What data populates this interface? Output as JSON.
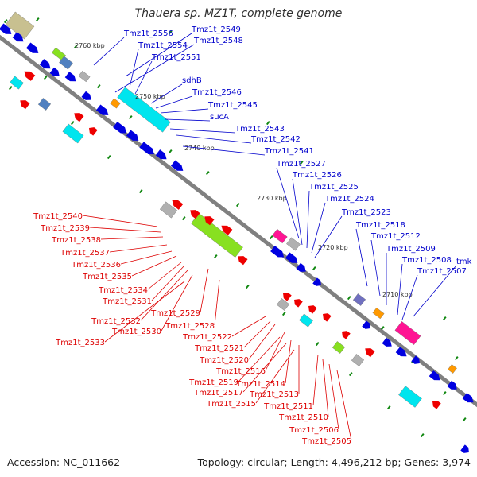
{
  "title": "Thauera sp. MZ1T, complete genome",
  "accession": "Accession: NC_011662",
  "summary": "Topology: circular; Length: 4,496,212 bp; Genes: 3,974",
  "colors": {
    "backbone": "#808080",
    "forward_gene": "#0000e0",
    "reverse_gene": "#ee0000",
    "forward_label": "#0000cc",
    "reverse_label": "#dd0000",
    "tick": "#118811",
    "rna_cyan": "#00e5ee",
    "rna_lime": "#88e020",
    "olive": "#c8c090",
    "orange": "#ff9900",
    "magenta": "#ff1493",
    "grey": "#b0b0b0",
    "purple": "#7070c0"
  },
  "position_markers": [
    "2760 kbp",
    "2750 kbp",
    "2740 kbp",
    "2730 kbp",
    "2720 kbp",
    "2710 kbp"
  ],
  "forward_labels": [
    "Tmz1t_2556",
    "Tmz1t_2549",
    "Tmz1t_2548",
    "Tmz1t_2554",
    "Tmz1t_2551",
    "sdhB",
    "Tmz1t_2546",
    "Tmz1t_2545",
    "sucA",
    "Tmz1t_2543",
    "Tmz1t_2542",
    "Tmz1t_2541",
    "Tmz1t_2527",
    "Tmz1t_2526",
    "Tmz1t_2525",
    "Tmz1t_2524",
    "Tmz1t_2523",
    "Tmz1t_2518",
    "Tmz1t_2512",
    "Tmz1t_2509",
    "tmk",
    "Tmz1t_2508",
    "Tmz1t_2507"
  ],
  "reverse_labels": [
    "Tmz1t_2540",
    "Tmz1t_2539",
    "Tmz1t_2538",
    "Tmz1t_2537",
    "Tmz1t_2536",
    "Tmz1t_2535",
    "Tmz1t_2534",
    "Tmz1t_2531",
    "Tmz1t_2529",
    "Tmz1t_2532",
    "Tmz1t_2528",
    "Tmz1t_2530",
    "Tmz1t_2533",
    "Tmz1t_2522",
    "Tmz1t_2521",
    "Tmz1t_2520",
    "Tmz1t_2516",
    "Tmz1t_2519",
    "Tmz1t_2514",
    "Tmz1t_2517",
    "Tmz1t_2513",
    "Tmz1t_2515",
    "Tmz1t_2511",
    "Tmz1t_2510",
    "Tmz1t_2506",
    "Tmz1t_2505"
  ]
}
